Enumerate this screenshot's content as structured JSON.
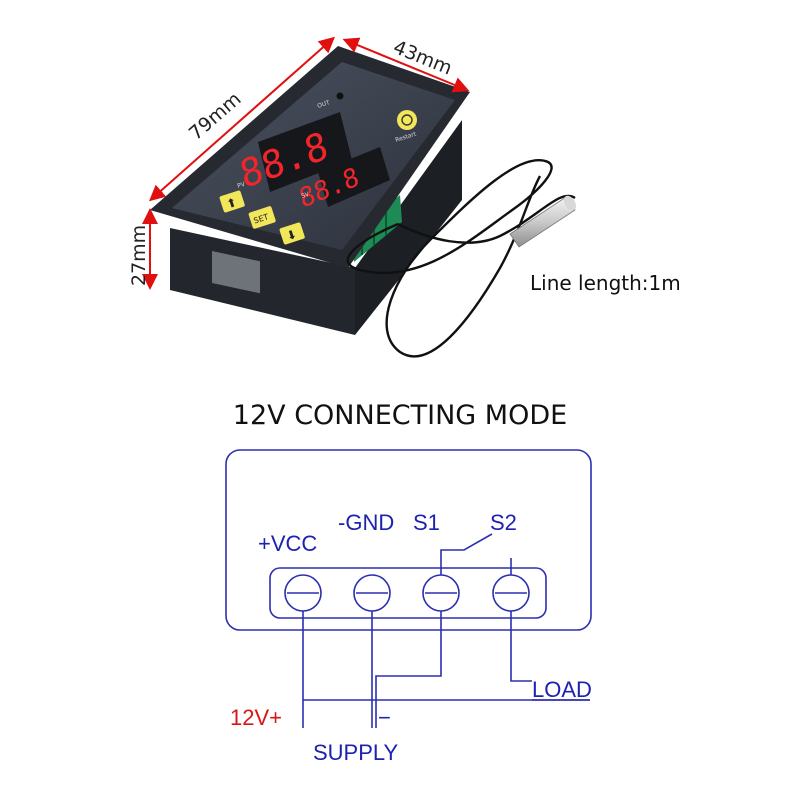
{
  "dimensions": {
    "width": "79mm",
    "depth": "43mm",
    "height": "27mm"
  },
  "cable_note": "Line length:1m",
  "device": {
    "out_label": "OUT",
    "pv_label": "PV",
    "sv_label": "SV",
    "reset_label": "Restart",
    "set_key": "SET",
    "pv_digits": "88.8",
    "sv_digits": "88.8"
  },
  "wiring": {
    "title": "12V CONNECTING MODE",
    "terminals": [
      "+VCC",
      "-GND",
      "S1",
      "S2"
    ],
    "load_label": "LOAD",
    "supply_pos": "12V+",
    "supply_neg": "−",
    "supply_label": "SUPPLY"
  },
  "colors": {
    "dimension_arrow": "#e01010",
    "diagram_line": "#2b2fb0",
    "label_blue": "#1d22b0",
    "label_red": "#d81616",
    "digit_red": "#f2252b",
    "key_yellow": "#f2e65a"
  }
}
